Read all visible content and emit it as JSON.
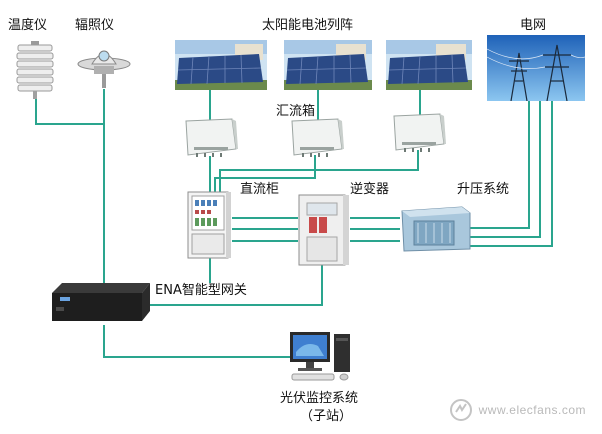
{
  "labels": {
    "thermometer": "温度仪",
    "radiometer": "辐照仪",
    "solar_array": "太阳能电池列阵",
    "grid": "电网",
    "combiner_box": "汇流箱",
    "dc_cabinet": "直流柜",
    "inverter": "逆变器",
    "boost_system": "升压系统",
    "gateway": "ENA智能型网关",
    "monitor_line1": "光伏监控系统",
    "monitor_line2": "（子站）"
  },
  "watermark": {
    "text": "www.elecfans.com"
  },
  "colors": {
    "wire": "#2aa58e",
    "wire_light": "#8fd3c6",
    "sky": "#2f7fd0",
    "panel": "#2b4a86"
  }
}
